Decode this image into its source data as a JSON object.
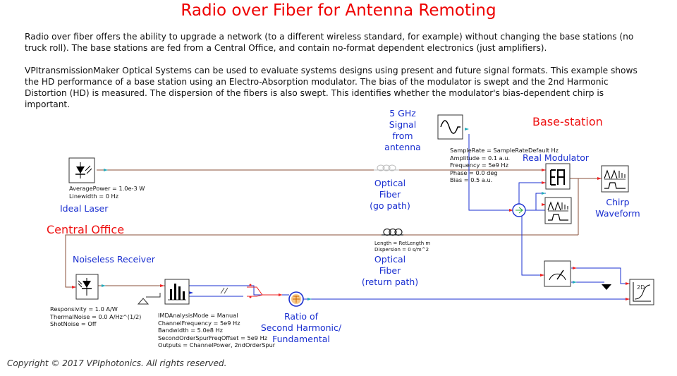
{
  "title": "Radio over Fiber for Antenna Remoting",
  "paragraphs": {
    "p1": "Radio over fiber offers the ability to upgrade a network (to a different wireless standard, for example) without changing the base stations (no truck roll). The base stations are fed from a Central Office, and contain no-format dependent electronics (just amplifiers).",
    "p2": "VPItransmissionMaker Optical Systems can be used to evaluate systems designs using present and future signal formats. This example shows the HD performance of a base station using an Electro-Absorption modulator. The bias of the modulator is swept and the 2nd Harmonic Distortion (HD) is measured. The dispersion of the fibers is also swept. This identifies whether the modulator's bias-dependent chirp is important."
  },
  "labels": {
    "signal": [
      "5 GHz",
      "Signal",
      "from",
      "antenna"
    ],
    "base_station": "Base-station",
    "real_modulator": "Real Modulator",
    "ideal_laser": "Ideal Laser",
    "optical_fiber_go": [
      "Optical",
      "Fiber",
      "(go path)"
    ],
    "chirp_waveform": [
      "Chirp",
      "Waveform"
    ],
    "central_office": "Central Office",
    "noiseless_receiver": "Noiseless Receiver",
    "optical_fiber_return": [
      "Optical",
      "Fiber",
      "(return path)"
    ],
    "ratio": [
      "Ratio of",
      "Second Harmonic/",
      "Fundamental"
    ]
  },
  "params": {
    "laser": [
      "AveragePower = 1.0e-3 W",
      "Linewidth = 0 Hz"
    ],
    "source": [
      "SampleRate = SampleRateDefault Hz",
      "Amplitude = 0.1 a.u.",
      "Frequency = 5e9 Hz",
      "Phase = 0.0 deg",
      "Bias = 0.5 a.u."
    ],
    "fiber": [
      "Length = RetLength m",
      "Dispersion = 0 s/m^2"
    ],
    "receiver": [
      "Responsivity = 1.0 A/W",
      "ThermalNoise = 0.0 A/Hz^(1/2)",
      "ShotNoise = Off"
    ],
    "analyzer": [
      "IMDAnalysisMode = Manual",
      "ChannelFrequency = 5e9 Hz",
      "Bandwidth = 5.0e8 Hz",
      "SecondOrderSpurFreqOffset = 5e9 Hz",
      "Outputs = ChannelPower, 2ndOrderSpur"
    ]
  },
  "icons": {
    "sine_source": "sine-wave-icon",
    "laser": "laser-icon",
    "modulator": "ea-modulator-icon",
    "chirp_analyzer": "signal-analyzer-icon",
    "analyzer_2": "signal-analyzer-icon",
    "receiver": "photodiode-icon",
    "filter": "spectrum-analyzer-icon",
    "ratio_math": "math-function-icon",
    "meter": "meter-icon",
    "plot2d": "plot-2d-icon",
    "plot2d_text": "2D"
  },
  "copyright": "Copyright © 2017 VPIphotonics. All rights reserved.",
  "colors": {
    "title": "#ee0000",
    "label_blue": "#1a2fd0",
    "label_red": "#ee1111",
    "optical_wire": "#8a4f3a",
    "electrical_wire": "#1a2fd0",
    "port_red": "#ee2222",
    "port_cyan": "#22aabb"
  }
}
